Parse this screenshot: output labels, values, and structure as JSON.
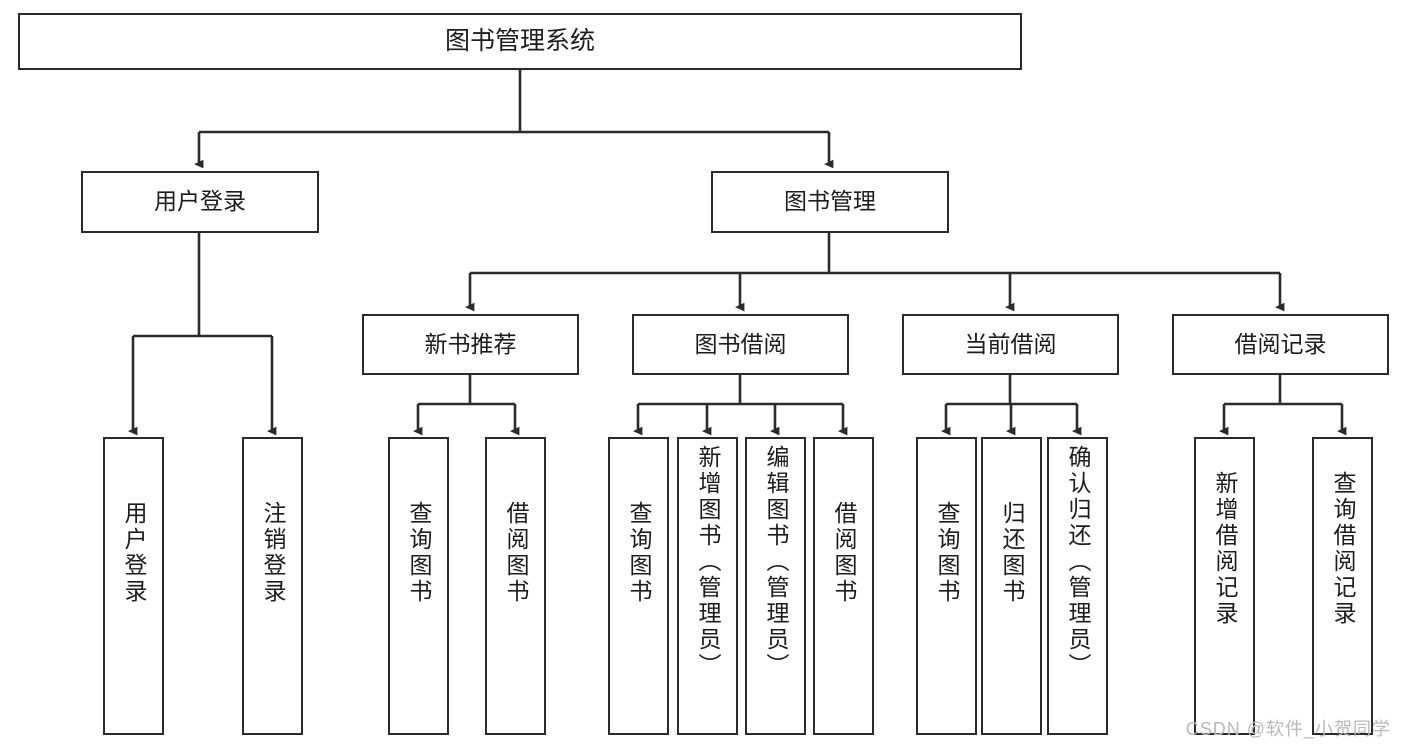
{
  "diagram": {
    "title": "图书管理系统",
    "type": "hierarchy-tree",
    "root": {
      "id": "root",
      "label": "图书管理系统"
    },
    "level1": [
      {
        "id": "user-login",
        "label": "用户登录"
      },
      {
        "id": "book-management",
        "label": "图书管理"
      }
    ],
    "level2": [
      {
        "id": "new-book-recommend",
        "label": "新书推荐"
      },
      {
        "id": "book-borrow",
        "label": "图书借阅"
      },
      {
        "id": "current-borrow",
        "label": "当前借阅"
      },
      {
        "id": "borrow-record",
        "label": "借阅记录"
      }
    ],
    "leaves": {
      "user_login": [
        {
          "id": "leaf-user-login",
          "label": "用户登录"
        },
        {
          "id": "leaf-logout-login",
          "label": "注销登录"
        }
      ],
      "new_book_recommend": [
        {
          "id": "leaf-query-book-1",
          "label": "查询图书"
        },
        {
          "id": "leaf-borrow-book-1",
          "label": "借阅图书"
        }
      ],
      "book_borrow": [
        {
          "id": "leaf-query-book-2",
          "label": "查询图书"
        },
        {
          "id": "leaf-add-book",
          "label": "新增图书（管理员）"
        },
        {
          "id": "leaf-edit-book",
          "label": "编辑图书（管理员）"
        },
        {
          "id": "leaf-borrow-book-2",
          "label": "借阅图书"
        }
      ],
      "current_borrow": [
        {
          "id": "leaf-query-book-3",
          "label": "查询图书"
        },
        {
          "id": "leaf-return-book",
          "label": "归还图书"
        },
        {
          "id": "leaf-confirm-return",
          "label": "确认归还（管理员）"
        }
      ],
      "borrow_record": [
        {
          "id": "leaf-add-record",
          "label": "新增借阅记录"
        },
        {
          "id": "leaf-query-record",
          "label": "查询借阅记录"
        }
      ]
    },
    "watermark": "CSDN @软件_小贺同学",
    "colors": {
      "stroke": "#2b2b2b",
      "background": "#ffffff",
      "text": "#1c1c1c",
      "watermark": "#b9b9b9"
    }
  }
}
